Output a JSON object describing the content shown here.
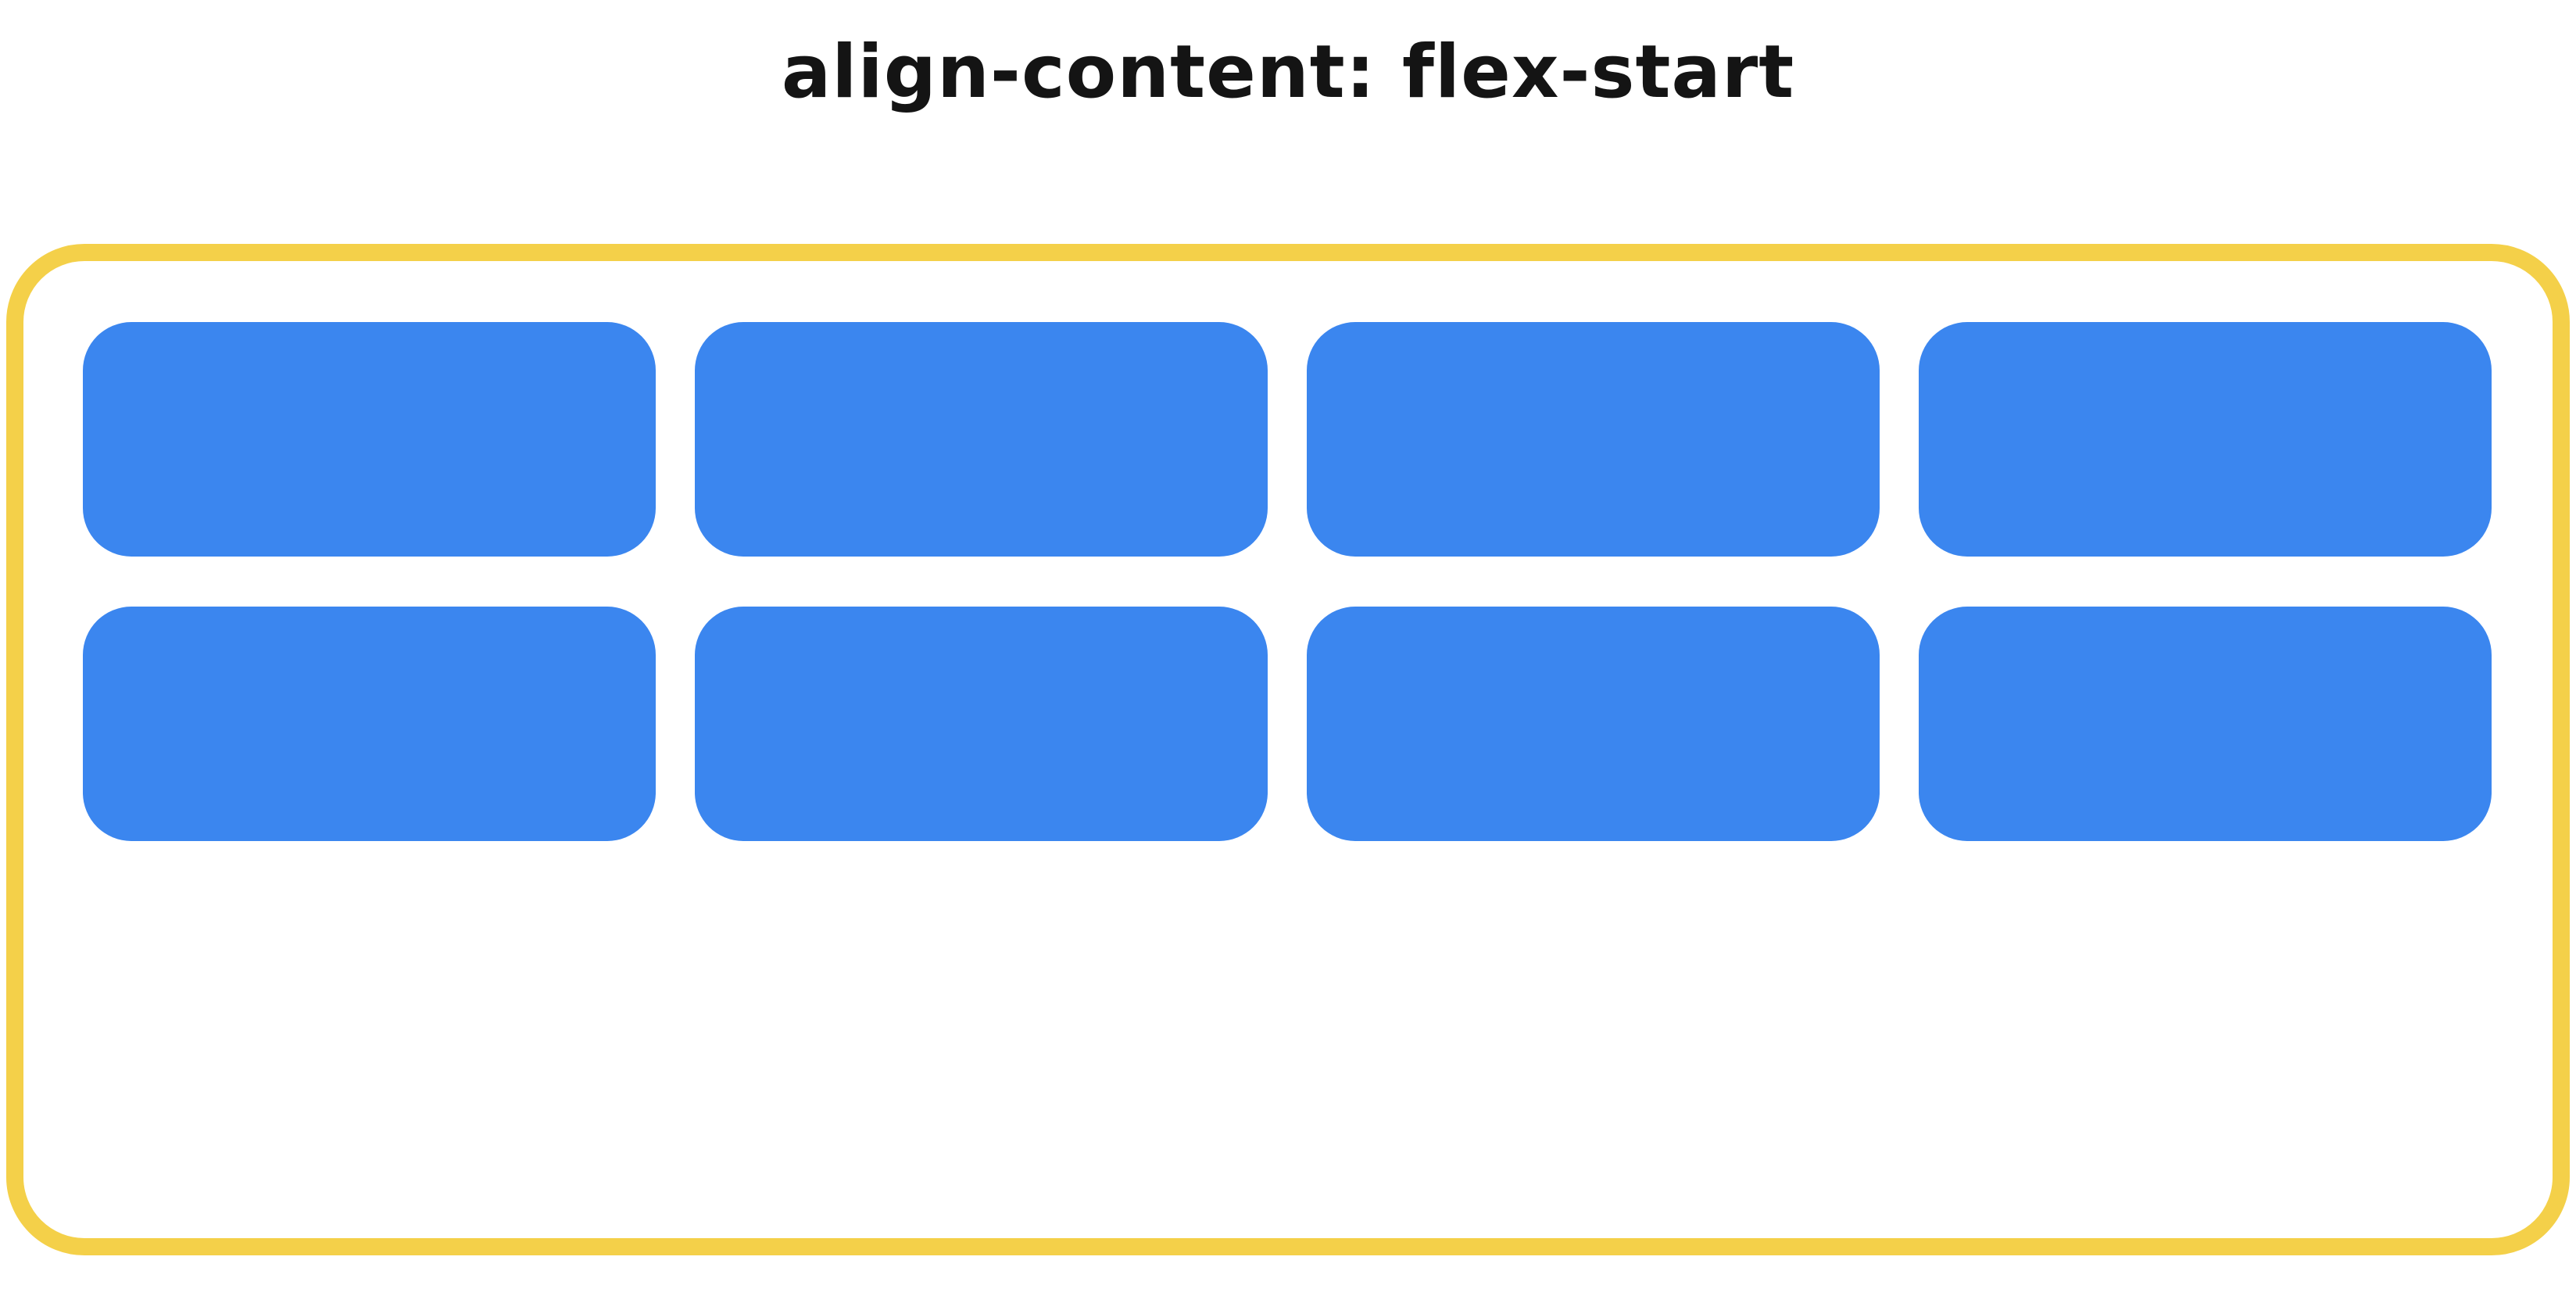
{
  "page": {
    "title": "align-content: flex-start"
  },
  "demo": {
    "css_property": "align-content",
    "css_value": "flex-start",
    "item_count": 8,
    "items_per_row": 4,
    "row_count": 2,
    "colors": {
      "item": "#3B86EF",
      "container_border": "#F4D049",
      "background": "#FFFFFF",
      "title_text": "#141414"
    }
  }
}
